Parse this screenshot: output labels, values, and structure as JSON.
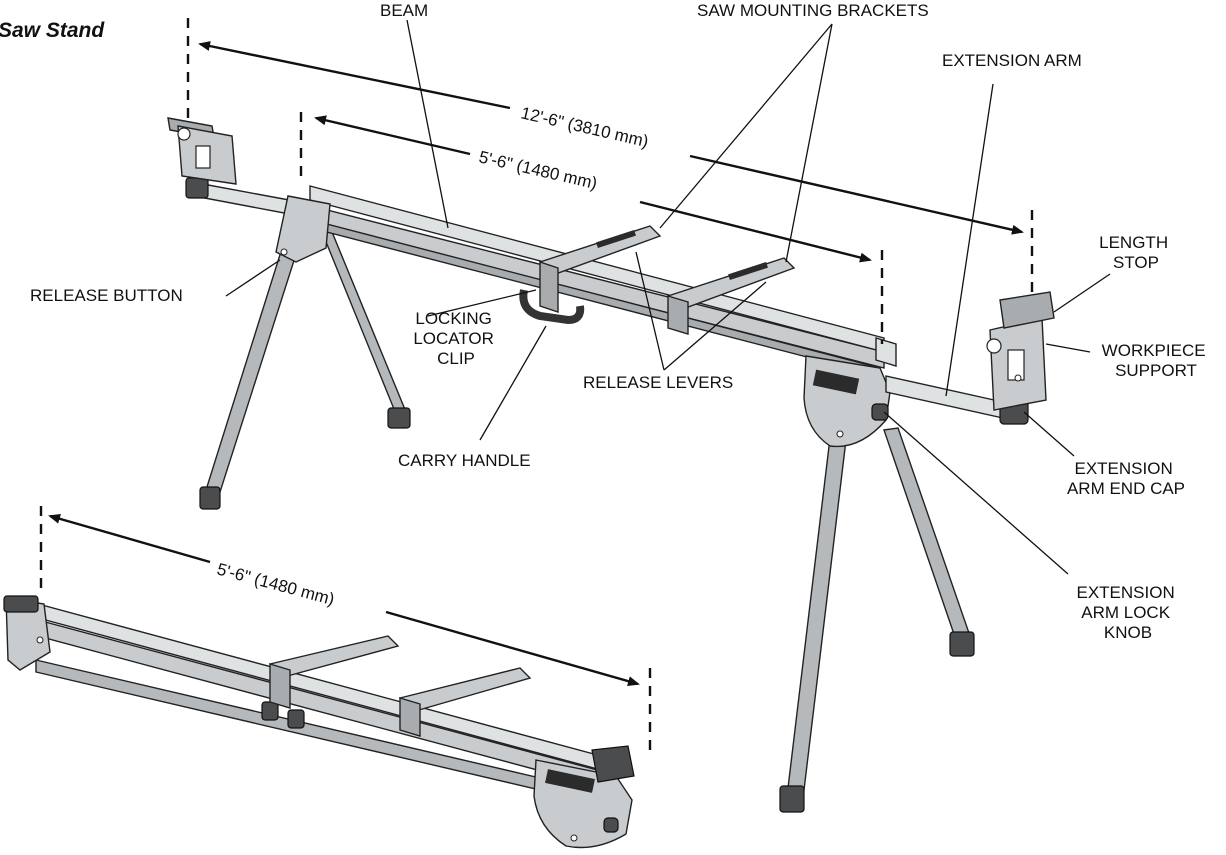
{
  "title": "Saw Stand",
  "labels": {
    "beam": "BEAM",
    "saw_mounting_brackets": "SAW MOUNTING BRACKETS",
    "extension_arm": "EXTENSION ARM",
    "length_stop": [
      "LENGTH",
      "STOP"
    ],
    "workpiece_support": [
      "WORKPIECE",
      "SUPPORT"
    ],
    "release_button": "RELEASE BUTTON",
    "locking_locator_clip": [
      "LOCKING",
      "LOCATOR",
      "CLIP"
    ],
    "release_levers": "RELEASE LEVERS",
    "carry_handle": "CARRY HANDLE",
    "extension_arm_end_cap": [
      "EXTENSION",
      "ARM END CAP"
    ],
    "extension_arm_lock_knob": [
      "EXTENSION",
      "ARM LOCK",
      "KNOB"
    ]
  },
  "dimensions": {
    "extended_length": "12'-6\" (3810 mm)",
    "stand_length": "5'-6\" (1480 mm)",
    "folded_length": "5'-6\" (1480 mm)"
  }
}
